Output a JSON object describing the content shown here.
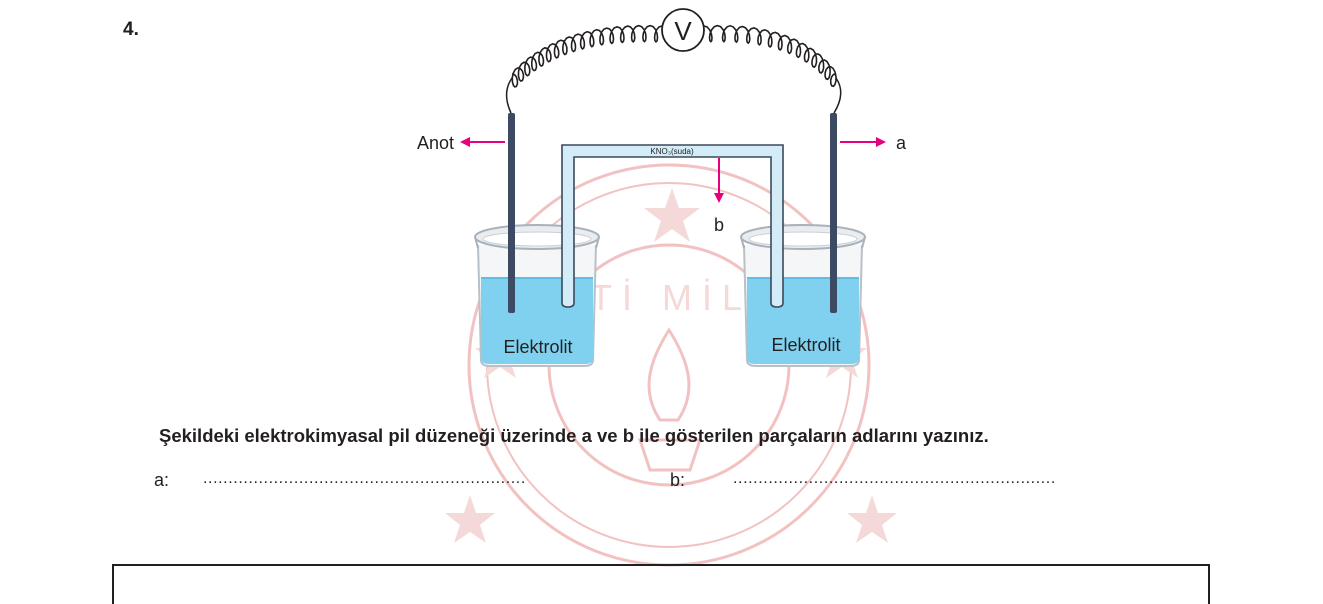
{
  "question_number": "4.",
  "diagram": {
    "voltmeter_symbol": "V",
    "anode_label": "Anot",
    "label_a": "a",
    "label_b": "b",
    "salt_bridge_label": "KNO₃(suda)",
    "left_beaker_label": "Elektrolit",
    "right_beaker_label": "Elektrolit"
  },
  "question_text": "Şekildeki elektrokimyasal pil düzeneği üzerinde a ve b ile gösterilen parçaların adlarını yazınız.",
  "answers": {
    "a_label": "a:",
    "a_line": "................................................................",
    "b_label": "b:",
    "b_line": "................................................................"
  },
  "colors": {
    "solution": "#7fd1ef",
    "salt_bridge": "#d3ecf7",
    "electrode": "#3d4a63",
    "arrow": "#e6007e",
    "watermark": "#e8b0b0"
  }
}
